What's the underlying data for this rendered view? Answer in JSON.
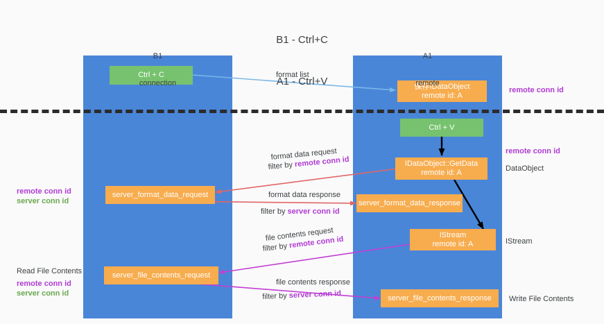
{
  "diagram": {
    "title_line1": "B1 - Ctrl+C",
    "title_line2": "A1 - Ctrl+V",
    "columns": [
      {
        "name": "B1",
        "sub": "connection"
      },
      {
        "name": "A1",
        "sub": "remote"
      }
    ],
    "colors": {
      "panel": "#4a86d8",
      "node_green": "#77c26e",
      "node_orange": "#f7ac4e",
      "accent_remote_conn_id": "#b03bd4",
      "accent_server_conn_id": "#6aa84f",
      "arrow_blue": "#7ab8e8",
      "arrow_red": "#e06666",
      "arrow_magenta": "#c23fd4",
      "arrow_black": "#000000",
      "divider": "#2b2b2b",
      "background": "#fafafa"
    },
    "nodes": {
      "ctrl_c": "Ctrl + C",
      "ctrl_v": "Ctrl + V",
      "idataobject_l1": "保存IDataObject",
      "idataobject_l2": "remote id: A",
      "getdata_l1": "IDataObject::GetData",
      "getdata_l2": "remote id: A",
      "istream_l1": "IStream",
      "istream_l2": "remote id: A",
      "server_format_data_request": "server_format_data_request",
      "server_format_data_response": "server_format_data_response",
      "server_file_contents_request": "server_file_contents_request",
      "server_file_contents_response": "server_file_contents_response"
    },
    "edge_labels": {
      "format_list": "format list",
      "format_data_request": "format data request",
      "format_data_request_filter_prefix": "filter by ",
      "format_data_request_filter_key": "remote conn id",
      "format_data_response": "format data response",
      "format_data_response_filter_prefix": "filter by ",
      "format_data_response_filter_key": "server conn id",
      "file_contents_request": "file contents request",
      "file_contents_request_filter_prefix": "filter by ",
      "file_contents_request_filter_key": "remote conn id",
      "file_contents_response": "file contents response",
      "file_contents_response_filter_prefix": "filter by ",
      "file_contents_response_filter_key": "server conn id"
    },
    "side_labels": {
      "right_remote_conn_id_top": "remote conn id",
      "right_remote_conn_id_mid": "remote conn id",
      "right_dataobject": "DataObject",
      "right_istream": "IStream",
      "right_write_file_contents": "Write File Contents",
      "left_remote_conn_id_mid": "remote conn id",
      "left_server_conn_id_mid": "server conn id",
      "left_read_file_contents": "Read File Contents",
      "left_remote_conn_id_bot": "remote conn id",
      "left_server_conn_id_bot": "server conn id"
    }
  }
}
